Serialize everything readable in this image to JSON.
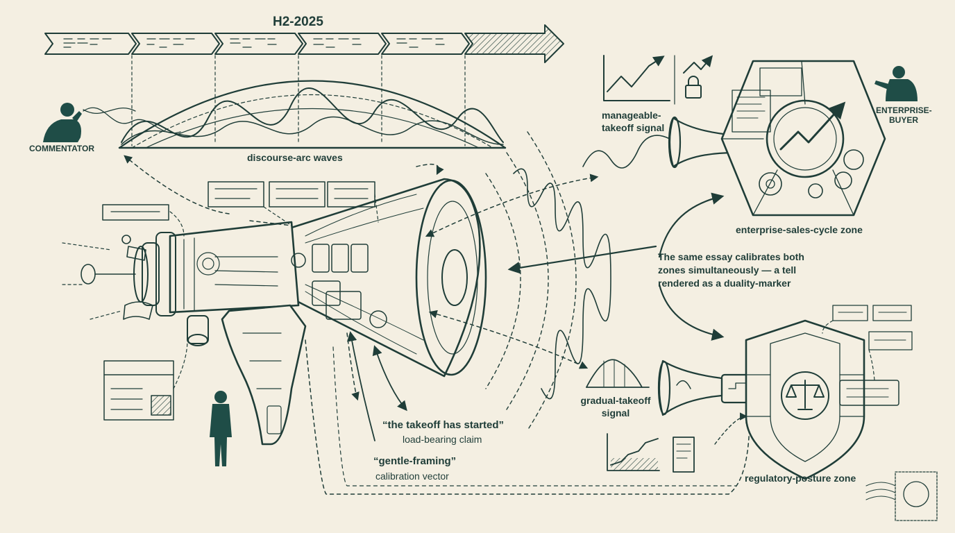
{
  "timeline": {
    "title": "H2-2025"
  },
  "actors": {
    "commentator": "COMMENTATOR",
    "enterprise_buyer": [
      "ENTERPRISE-",
      "BUYER"
    ]
  },
  "waves": {
    "label": "discourse-arc waves"
  },
  "signals": {
    "manageable": [
      "manageable-",
      "takeoff signal"
    ],
    "gradual": [
      "gradual-takeoff",
      "signal"
    ]
  },
  "zones": {
    "enterprise": "enterprise-sales-cycle zone",
    "regulatory": "regulatory-posture zone"
  },
  "duality_note": [
    "The same essay calibrates both",
    "zones simultaneously — a tell",
    "rendered as a duality-marker"
  ],
  "claims": {
    "takeoff_quote": "“the takeoff has started”",
    "takeoff_role": "load-bearing claim",
    "gentle_quote": "“gentle-framing”",
    "gentle_role": "calibration vector"
  },
  "colors": {
    "ink": "#1f3d38",
    "paper": "#f4efe2",
    "figure": "#1f4d47"
  },
  "icons": [
    "speaker-silhouette",
    "megaphone",
    "receiver-horn",
    "hexagon-zone",
    "shield-zone",
    "scales-of-justice",
    "padlock",
    "growth-arrow",
    "gear",
    "scroll",
    "postage-stamp",
    "standing-figure",
    "pointing-figure"
  ]
}
